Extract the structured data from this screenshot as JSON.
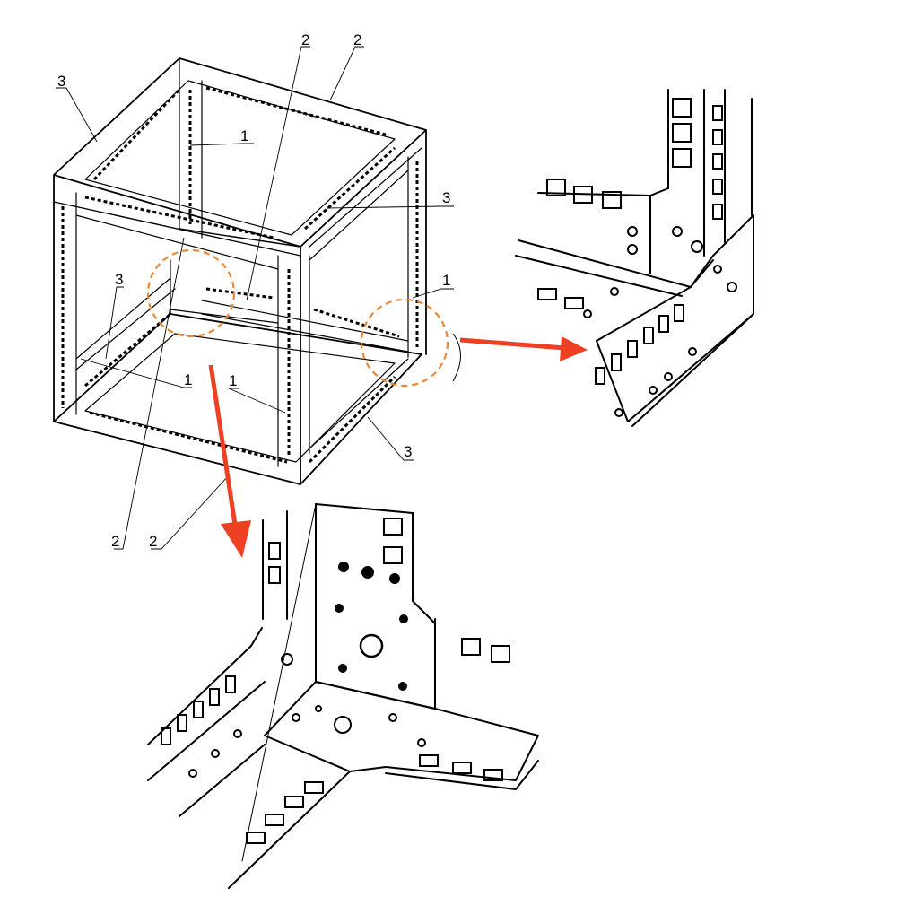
{
  "callouts": {
    "main": [
      {
        "id": "c2a",
        "text": "2"
      },
      {
        "id": "c2b",
        "text": "2"
      },
      {
        "id": "c3a",
        "text": "3"
      },
      {
        "id": "c1a",
        "text": "1"
      },
      {
        "id": "c3b",
        "text": "3"
      },
      {
        "id": "c1b",
        "text": "1"
      },
      {
        "id": "c3c",
        "text": "3"
      },
      {
        "id": "c1c",
        "text": "1"
      },
      {
        "id": "c1d",
        "text": "1"
      },
      {
        "id": "c3d",
        "text": "3"
      },
      {
        "id": "c2c",
        "text": "2"
      },
      {
        "id": "c2d",
        "text": "2"
      }
    ]
  },
  "colors": {
    "line": "#000000",
    "highlight": "#e8893a",
    "arrow": "#ee4022",
    "background": "#ffffff"
  },
  "icons": {
    "detail_marker": "dashed-circle-icon",
    "pointer": "arrow-icon"
  }
}
